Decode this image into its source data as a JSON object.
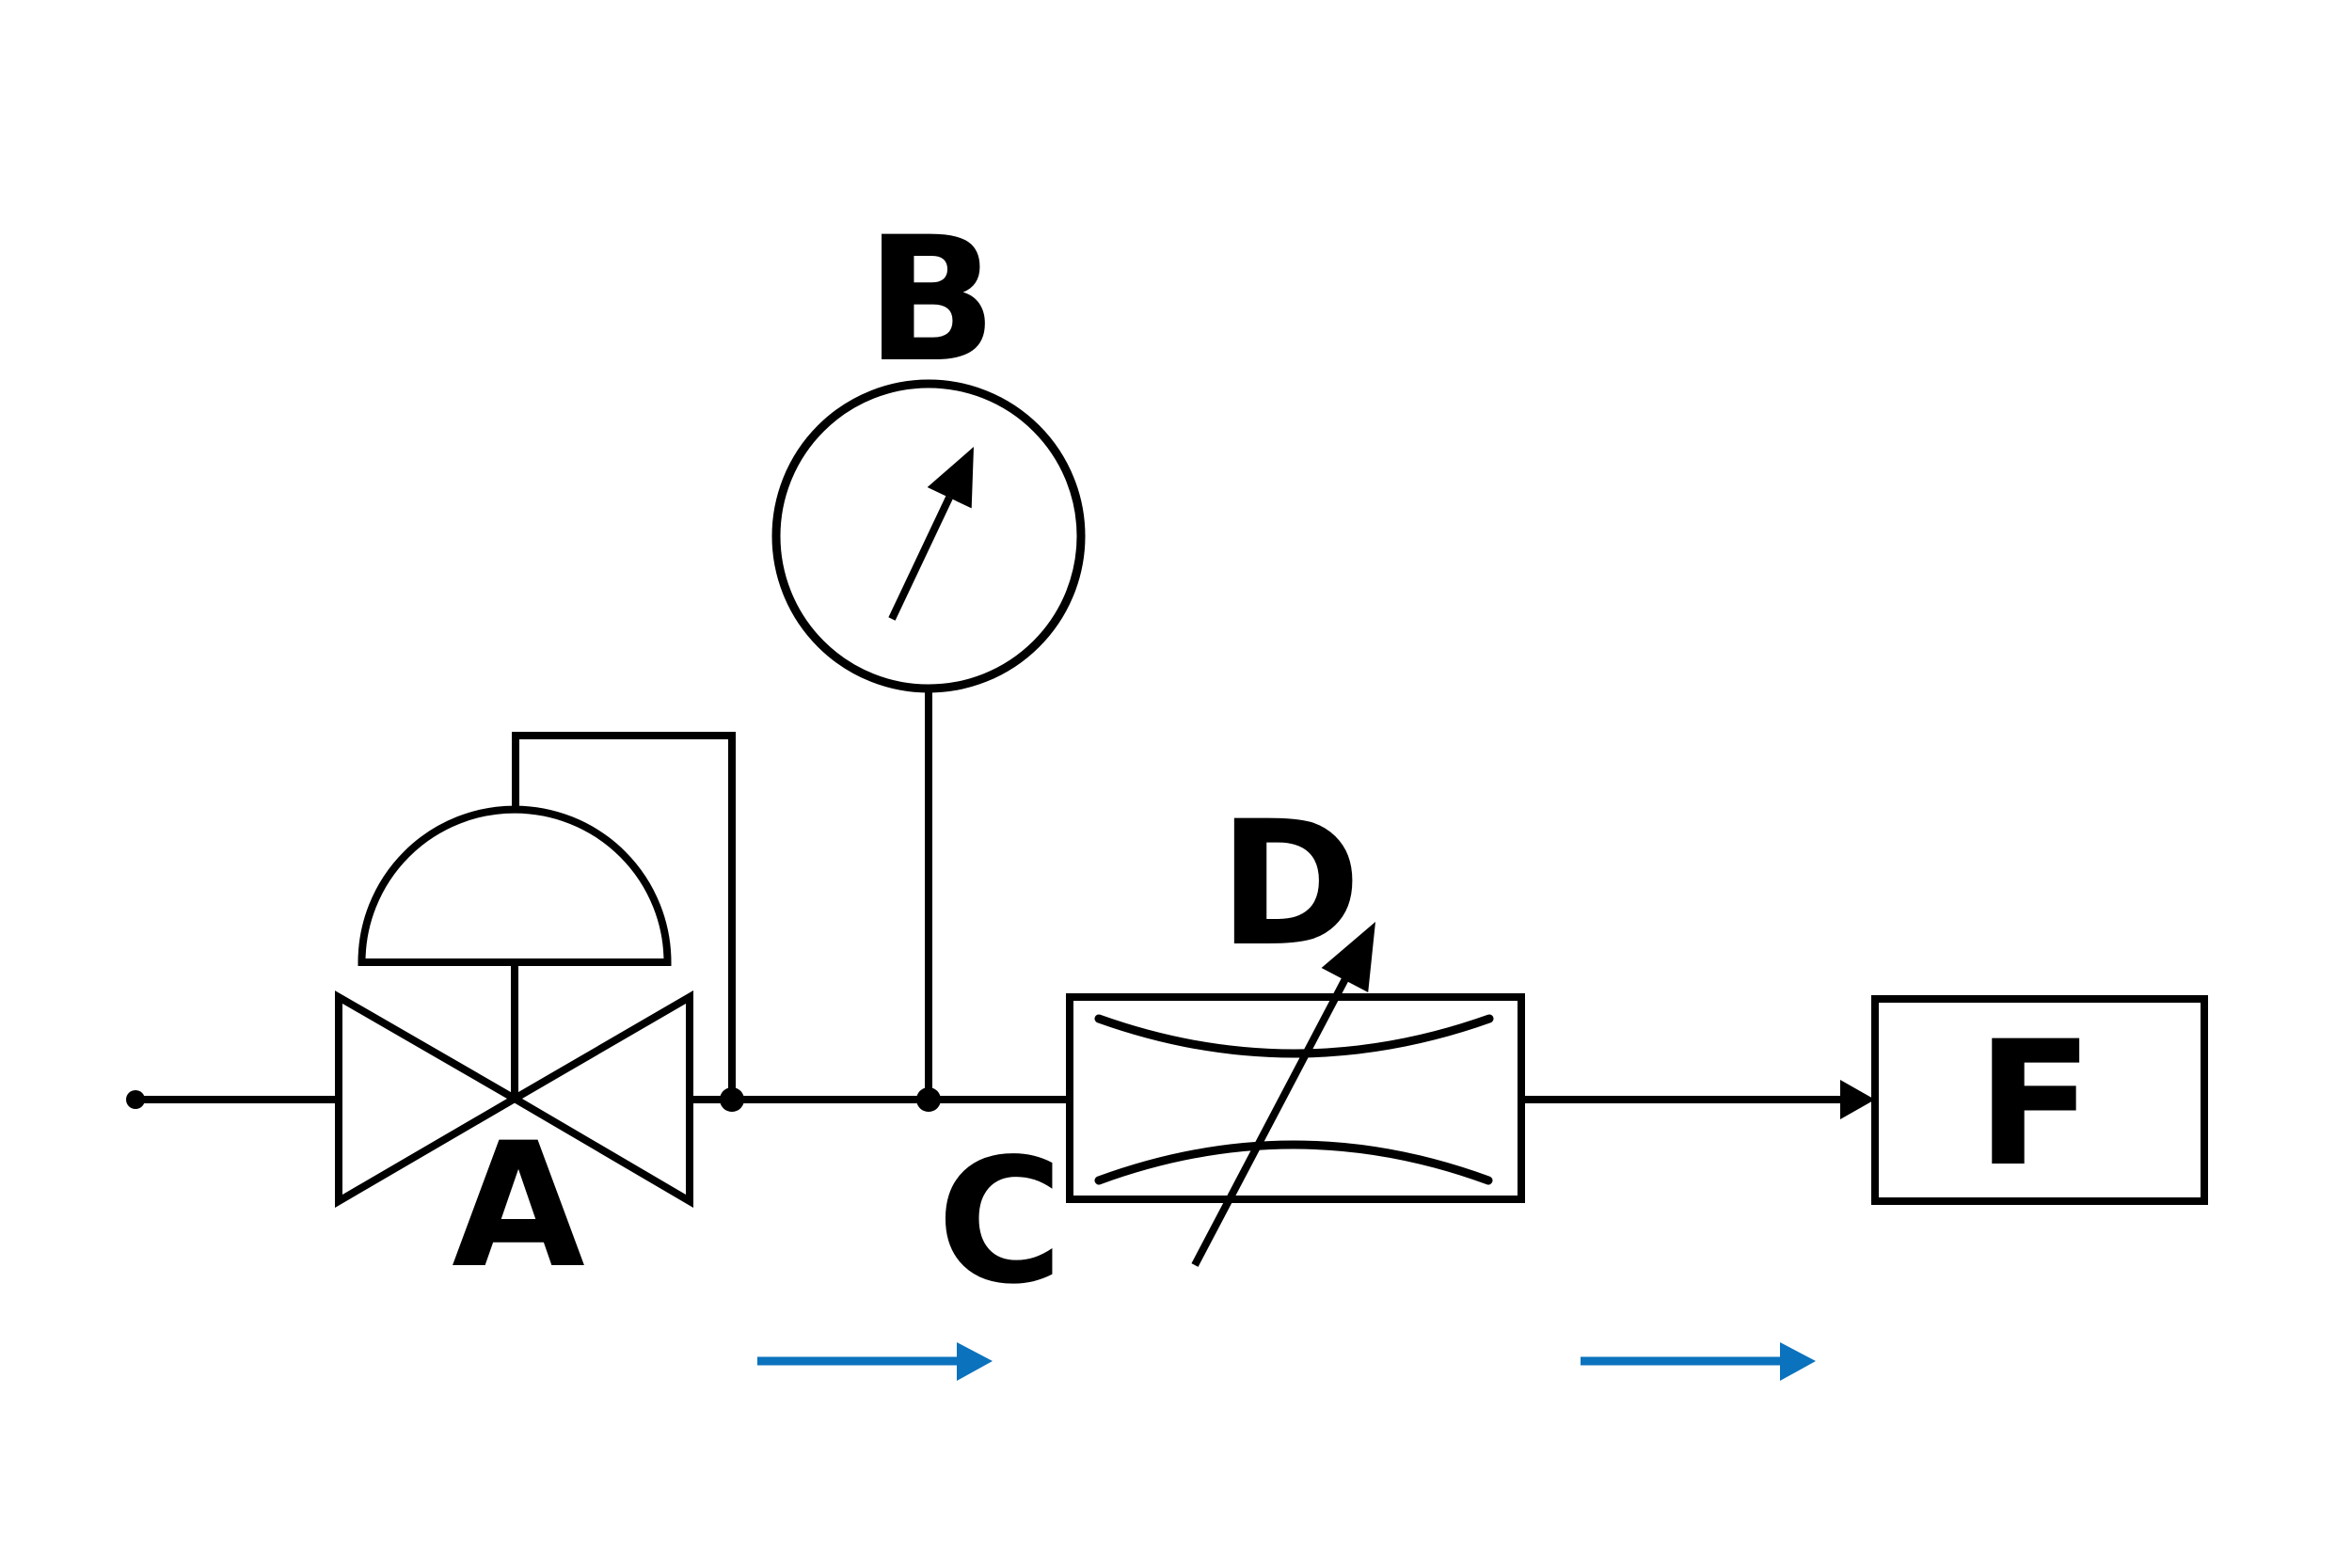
{
  "diagram": {
    "title": "process-flow-schematic",
    "background_color": "#ffffff",
    "line_color": "#000000",
    "flow_arrow_color": "#0b72bd",
    "labels": {
      "control_valve": "A",
      "pressure_gauge": "B",
      "flow_element": "C",
      "adjustability_arrow": "D",
      "outlet_box": "F"
    }
  }
}
